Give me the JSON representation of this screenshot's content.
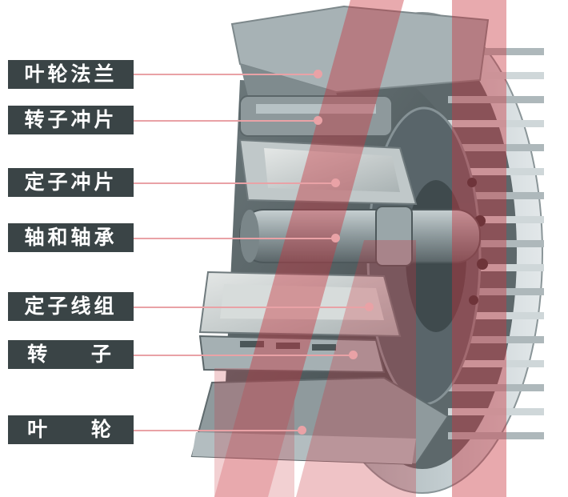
{
  "diagram": {
    "labels": [
      {
        "id": "impeller-flange",
        "text": "叶轮法兰"
      },
      {
        "id": "rotor-lamination",
        "text": "转子冲片"
      },
      {
        "id": "stator-lamination",
        "text": "定子冲片"
      },
      {
        "id": "shaft-bearing",
        "text": "轴和轴承"
      },
      {
        "id": "stator-winding",
        "text": "定子线组"
      },
      {
        "id": "rotor",
        "text": "转    子"
      },
      {
        "id": "impeller",
        "text": "叶    轮"
      }
    ]
  },
  "colors": {
    "label_bg": "#3a4446",
    "label_text": "#ffffff",
    "leader": "#e9a2a6",
    "overlay_red": "#c9343e",
    "metal_dark": "#4b5658",
    "metal_light": "#b7c2c5"
  }
}
